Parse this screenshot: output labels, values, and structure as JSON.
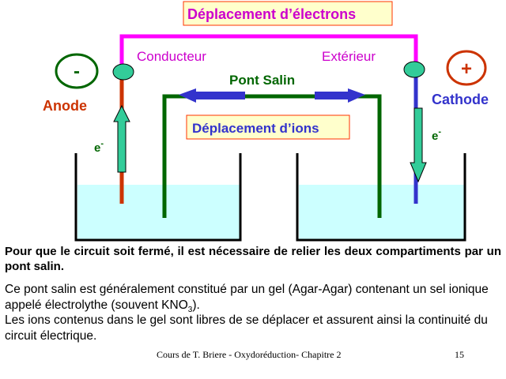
{
  "diagram": {
    "title_electrons": "Déplacement d’électrons",
    "label_conducteur": "Conducteur",
    "label_exterieur": "Extérieur",
    "label_pont_salin": "Pont Salin",
    "title_ions": "Déplacement d’ions",
    "anode_sign": "-",
    "anode_label": "Anode",
    "cathode_sign": "+",
    "cathode_label": "Cathode",
    "electron_left": "e",
    "electron_left_sup": "-",
    "electron_right": "e",
    "electron_right_sup": "-"
  },
  "text": {
    "bold_paragraph": "Pour que le circuit soit fermé, il est nécessaire de relier les deux compartiments par un pont salin.",
    "para2_before": "Ce pont salin est généralement constitué par un gel (Agar-Agar) contenant un sel ionique appelé électrolythe (souvent KNO",
    "para2_sub": "3",
    "para2_after": ").",
    "para3": "Les ions contenus dans le gel sont libres de se déplacer et assurent ainsi la continuité du circuit électrique."
  },
  "footer": {
    "course": "Cours de T. Briere - Oxydoréduction- Chapitre 2",
    "page": "15"
  },
  "colors": {
    "wire": "#ff00ff",
    "anode_electrode": "#cc3300",
    "cathode_electrode": "#3333cc",
    "salt_bridge": "#006600",
    "solution": "#ccffff",
    "arrow_fill": "#33cc99",
    "ion_arrow": "#3333cc",
    "label_box_fill": "#ffffcc",
    "label_box_border": "#ff3300",
    "anode_text": "#cc3300",
    "cathode_text": "#3333cc",
    "wire_text": "#cc00cc",
    "bridge_text": "#006600"
  }
}
